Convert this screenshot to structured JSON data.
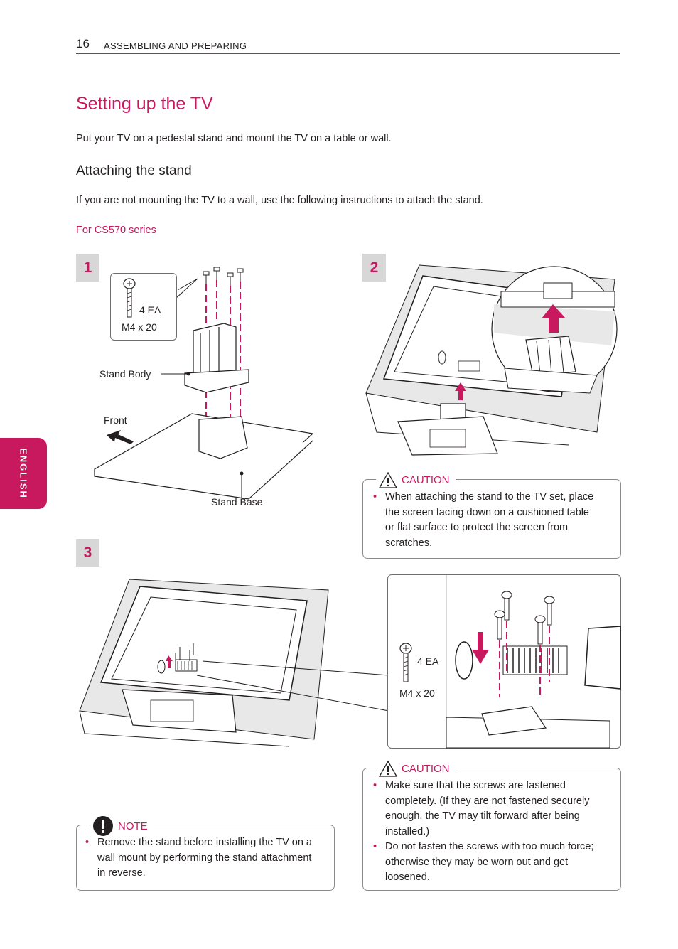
{
  "header": {
    "page_number": "16",
    "section": "ASSEMBLING AND PREPARING"
  },
  "side_tab": "ENGLISH",
  "title": "Setting up the TV",
  "intro": "Put your TV on a pedestal stand and mount the TV on a table or wall.",
  "subtitle": "Attaching the stand",
  "subtitle_intro": "If you are not mounting the TV to a wall, use the following instructions to attach the stand.",
  "series_label": "For CS570 series",
  "steps": {
    "step1": {
      "number": "1",
      "screw_count": "4 EA",
      "screw_size": "M4 x 20",
      "stand_body_label": "Stand Body",
      "front_label": "Front",
      "stand_base_label": "Stand Base"
    },
    "step2": {
      "number": "2"
    },
    "step3": {
      "number": "3",
      "screw_count": "4 EA",
      "screw_size": "M4 x 20"
    }
  },
  "caution1": {
    "title": "CAUTION",
    "items": [
      "When attaching the stand to the TV set, place the screen facing down on a cushioned table or flat surface to protect the screen from scratches."
    ]
  },
  "caution2": {
    "title": "CAUTION",
    "items": [
      "Make sure that the screws are fastened completely. (If they are not fastened securely enough, the TV may tilt forward after being installed.)",
      "Do not fasten the screws with too much force; otherwise they may be worn out and get loosened."
    ]
  },
  "note": {
    "title": "NOTE",
    "items": [
      "Remove the stand before installing the TV on a wall mount by performing the stand attachment in reverse."
    ]
  },
  "colors": {
    "accent": "#c8195f",
    "badge_bg": "#d7d7d8",
    "text": "#231f20"
  },
  "icons": {
    "caution": "warning-triangle-icon",
    "note": "exclamation-circle-icon"
  }
}
